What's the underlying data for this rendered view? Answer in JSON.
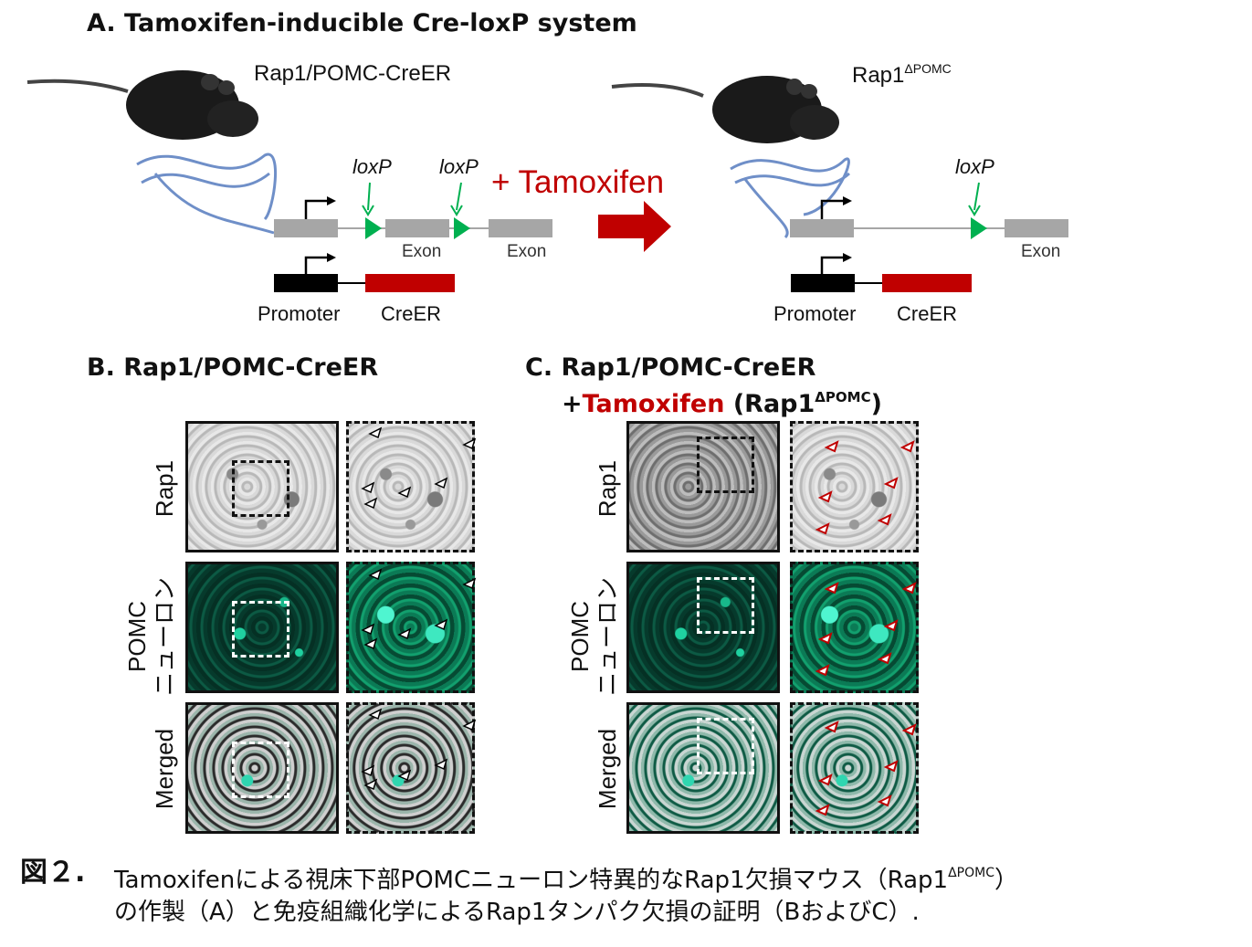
{
  "panel_a": {
    "title": "A. Tamoxifen-inducible Cre-loxP system",
    "left_label": "Rap1/POMC-CreER",
    "right_label_base": "Rap1",
    "right_label_sup": "ΔPOMC",
    "loxp": "loxP",
    "exon": "Exon",
    "promoter": "Promoter",
    "creer": "CreER",
    "tamoxifen": "+ Tamoxifen"
  },
  "panel_b": {
    "title": "B. Rap1/POMC-CreER"
  },
  "panel_c": {
    "title_line1": "C. Rap1/POMC-CreER",
    "plus": "+",
    "tamoxifen": "Tamoxifen",
    "paren_open": " (Rap1",
    "sup": "ΔPOMC",
    "paren_close": ")"
  },
  "rows": {
    "rap1": "Rap1",
    "pomc_line1": "POMC",
    "pomc_line2": "ニューロン",
    "merged": "Merged"
  },
  "caption": {
    "label": "図２.",
    "line1_a": "Tamoxifenによる視床下部POMCニューロン特異的なRap1欠損マウス（Rap1",
    "line1_sup": "ΔPOMC",
    "line1_b": "）",
    "line2": "の作製（A）と免疫組織化学によるRap1タンパク欠損の証明（BおよびC）."
  },
  "colors": {
    "red": "#c00000",
    "green_arrow": "#00b050",
    "exon_gray": "#a6a6a6",
    "creer_red": "#c00000",
    "promoter_black": "#000000"
  }
}
